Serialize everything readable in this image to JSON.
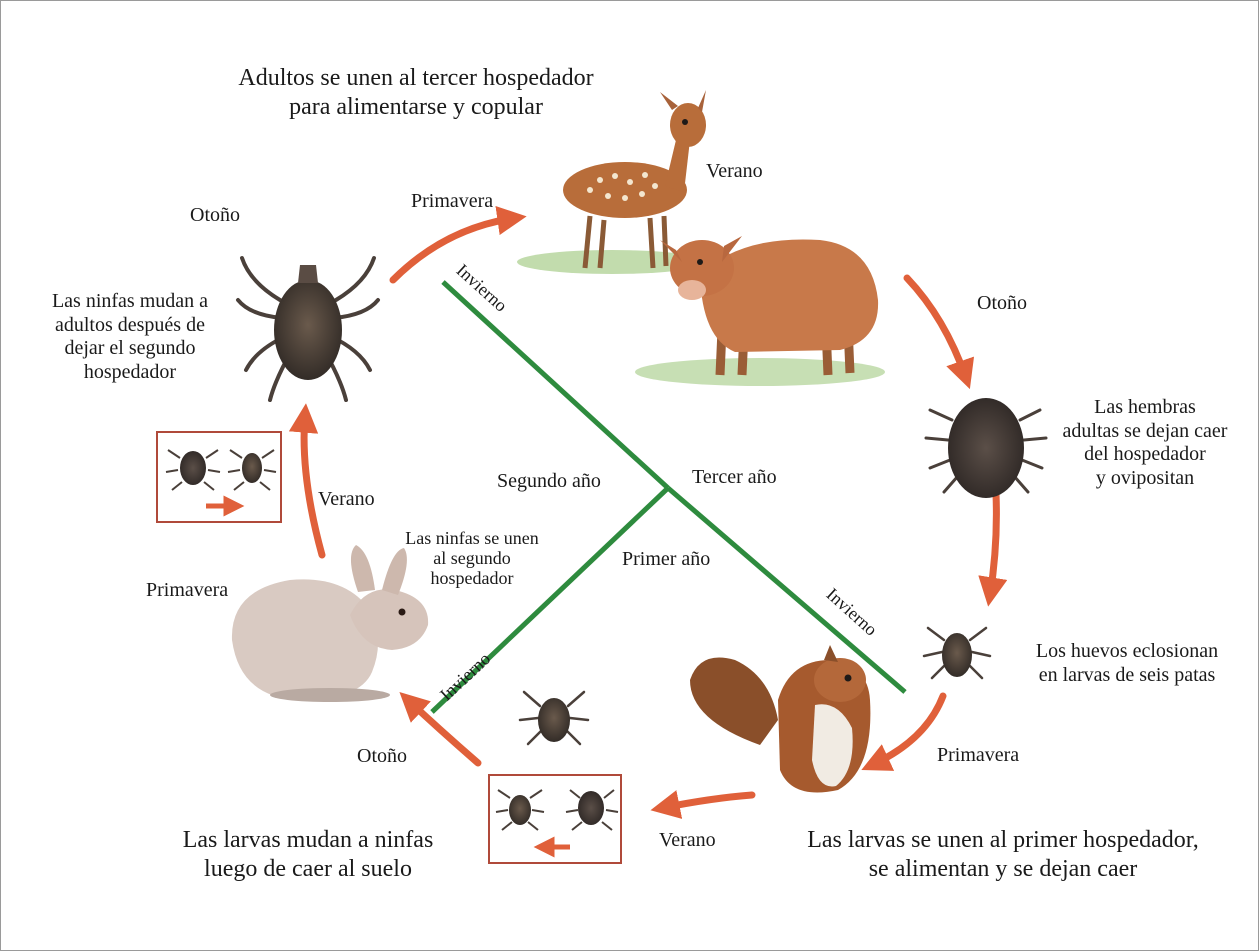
{
  "captions": {
    "adult_attach": [
      "Adultos se unen al tercer hospedador",
      "para alimentarse y copular"
    ],
    "nymph_molt": [
      "Las ninfas mudan a",
      "adultos después de",
      "dejar el segundo",
      "hospedador"
    ],
    "females_drop": [
      "Las hembras",
      "adultas se dejan caer",
      "del hospedador",
      "y ovipositan"
    ],
    "eggs_hatch": [
      "Los huevos eclosionan",
      "en larvas de seis patas"
    ],
    "nymph_attach": [
      "Las ninfas se unen",
      "al segundo",
      "hospedador"
    ],
    "larvae_molt": [
      "Las larvas mudan a ninfas",
      "luego de caer al suelo"
    ],
    "larvae_attach": [
      "Las larvas se unen al primer hospedador,",
      "se alimentan y se dejan caer"
    ]
  },
  "seasons": {
    "otono_top_left": "Otoño",
    "primavera_top": "Primavera",
    "verano_top_right": "Verano",
    "otono_right": "Otoño",
    "verano_left": "Verano",
    "primavera_left": "Primavera",
    "otono_bottom_left": "Otoño",
    "verano_bottom": "Verano",
    "primavera_bottom_right": "Primavera"
  },
  "years": {
    "second": "Segundo año",
    "third": "Tercer año",
    "first": "Primer año"
  },
  "winters": {
    "upper": "Invierno",
    "right": "Invierno",
    "left": "Invierno"
  },
  "colors": {
    "arrow": "#e0603a",
    "y_lines": "#2e8b3e",
    "box_border": "#b04a3a",
    "text": "#1a1a1a"
  },
  "icons": {
    "deer": "deer-illustration",
    "calf": "calf-illustration",
    "squirrel": "squirrel-illustration",
    "rabbit": "rabbit-illustration",
    "tick": "tick-illustration"
  }
}
